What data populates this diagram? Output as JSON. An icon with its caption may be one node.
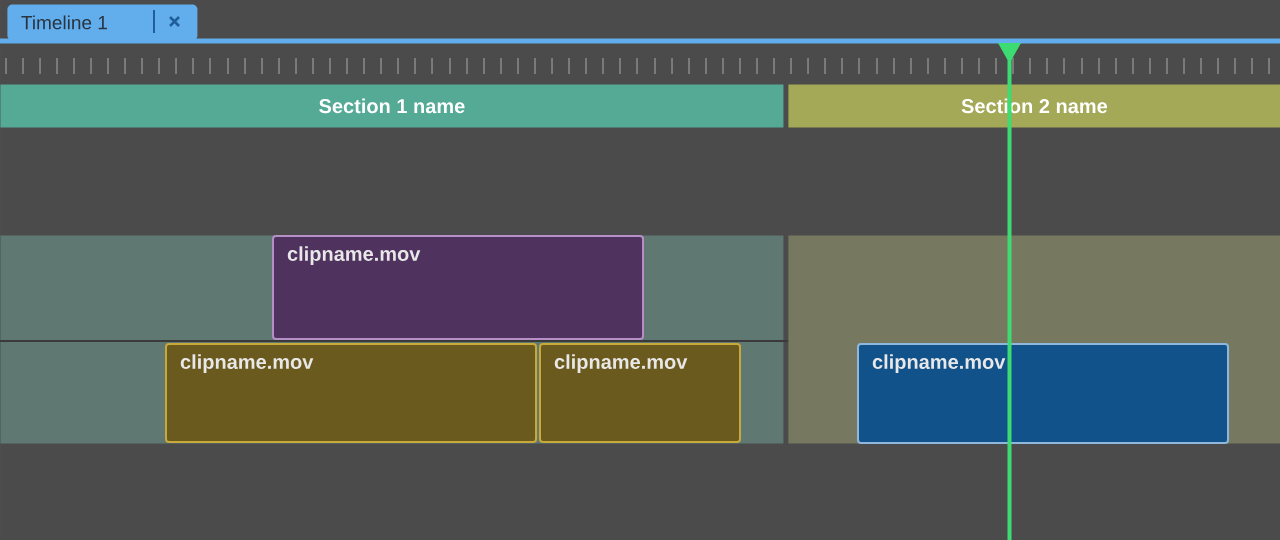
{
  "diagram": {
    "nodes": [
      {
        "text": [
          "Timeline 1"
        ]
      },
      {
        "text": [
          "Section 1 name"
        ]
      },
      {
        "text": [
          "Section 2 name"
        ]
      },
      {
        "text": [],
        "shape": "box"
      },
      {
        "text": [
          "clipname.mov"
        ],
        "in": 3
      },
      {
        "text": [
          "clipname.mov"
        ],
        "in": 3
      },
      {
        "text": [
          "clipname.mov"
        ],
        "in": 3
      },
      {
        "text": [],
        "shape": "box"
      },
      {
        "text": [
          "clipname.mov"
        ],
        "in": 7
      },
      {
        "text": [],
        "shape": "bar"
      }
    ]
  }
}
